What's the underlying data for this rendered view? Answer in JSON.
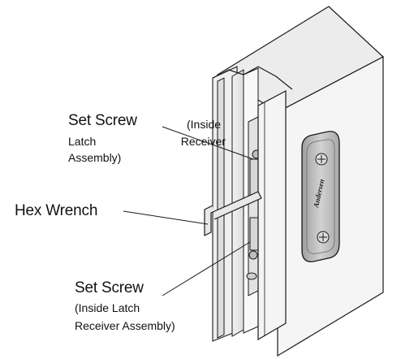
{
  "labels": {
    "set_screw_top": {
      "title": "Set Screw",
      "note_open": "(Inside",
      "note_line2_a": "Latch",
      "note_line2_b": "Receiver",
      "note_line3": "Assembly)"
    },
    "hex_wrench": "Hex Wrench",
    "set_screw_bottom": {
      "title": "Set Screw",
      "note_line1": "(Inside Latch",
      "note_line2": "Receiver Assembly)"
    }
  },
  "plate": {
    "brand_mark": "Andersen"
  },
  "colors": {
    "line": "#1a1a1a",
    "face_light": "#f7f7f7",
    "face_mid": "#e6e6e6",
    "face_dark": "#cfcfcf",
    "plate": "#bdbdbd",
    "plate_dark": "#8a8a8a"
  }
}
